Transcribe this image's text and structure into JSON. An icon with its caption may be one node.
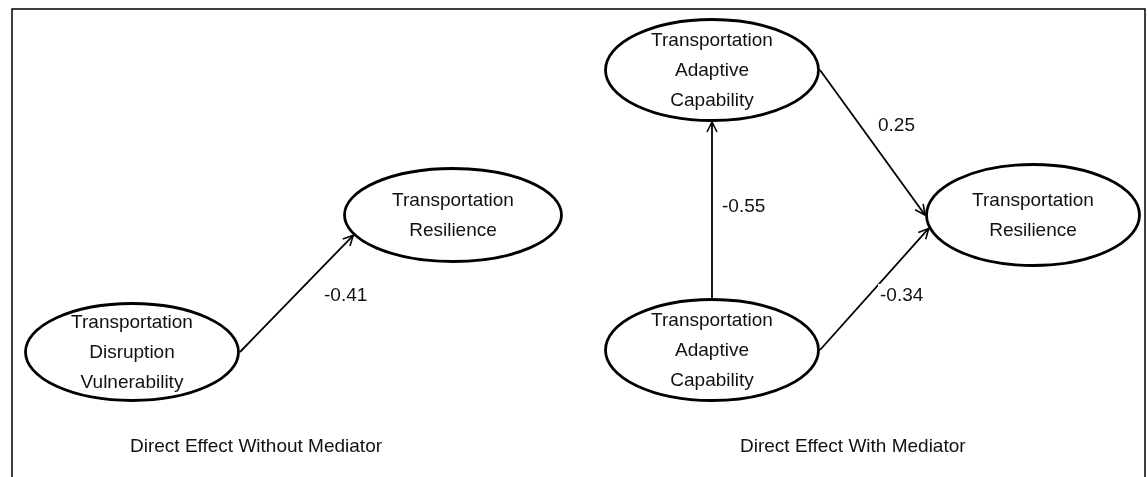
{
  "diagram": {
    "nodes": [
      {
        "text": [
          "Transportation Disruption Vulnerability"
        ]
      },
      {
        "text": [
          "Transportation Resilience"
        ]
      },
      {
        "text": [
          "Transportation Adaptive Capability"
        ]
      },
      {
        "text": [
          "Transportation Adaptive Capability"
        ]
      },
      {
        "text": [
          "Transportation Resilience"
        ]
      }
    ],
    "edges": [
      {
        "from": 0,
        "to": 1,
        "arrow": "to",
        "label": "-0.41"
      },
      {
        "from": 3,
        "to": 2,
        "arrow": "to",
        "label": "-0.55"
      },
      {
        "from": 2,
        "to": 4,
        "arrow": "to",
        "label": "0.25"
      },
      {
        "from": 3,
        "to": 4,
        "arrow": "to",
        "label": "-0.34"
      }
    ],
    "labels": [
      "Direct Effect Without Mediator",
      "Direct Effect With Mediator"
    ]
  }
}
